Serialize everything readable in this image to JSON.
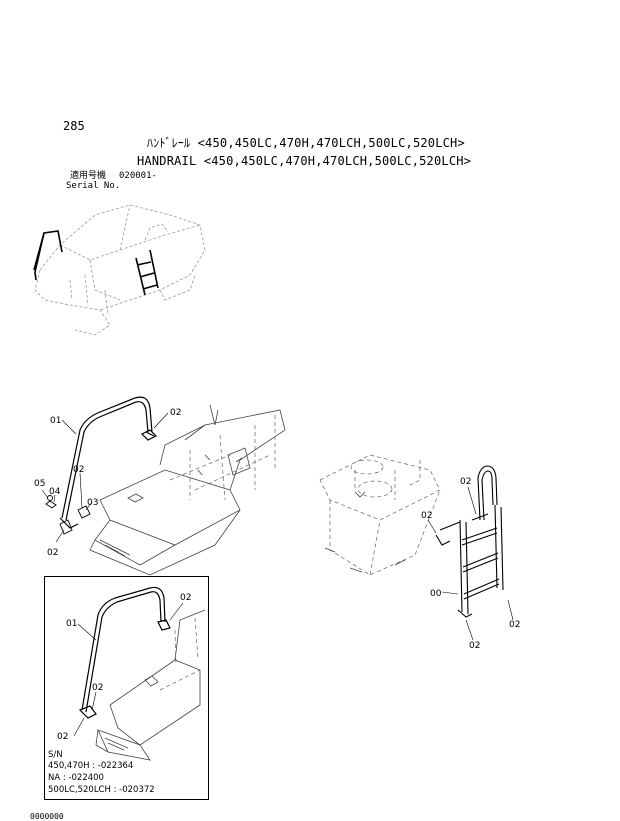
{
  "header": {
    "page_number": "285",
    "title_jp": "ﾊﾝﾄﾞﾚｰﾙ <450,450LC,470H,470LCH,500LC,520LCH>",
    "title_en": "HANDRAIL <450,450LC,470H,470LCH,500LC,520LCH>",
    "serial_label_jp": "適用号機",
    "serial_label_en": "Serial No.",
    "serial_value": "020001-"
  },
  "callouts": {
    "main_left": [
      "01",
      "02",
      "05",
      "04",
      "02",
      "03",
      "02"
    ],
    "main_right": [
      "02",
      "02",
      "00",
      "02",
      "02"
    ],
    "inset": [
      "01",
      "02",
      "02",
      "02"
    ]
  },
  "inset_note": {
    "line1": "S/N",
    "line2": "450,470H : -022364",
    "line3": "NA : -022400",
    "line4": "500LC,520LCH : -020372"
  },
  "footer": {
    "code": "0000000"
  }
}
